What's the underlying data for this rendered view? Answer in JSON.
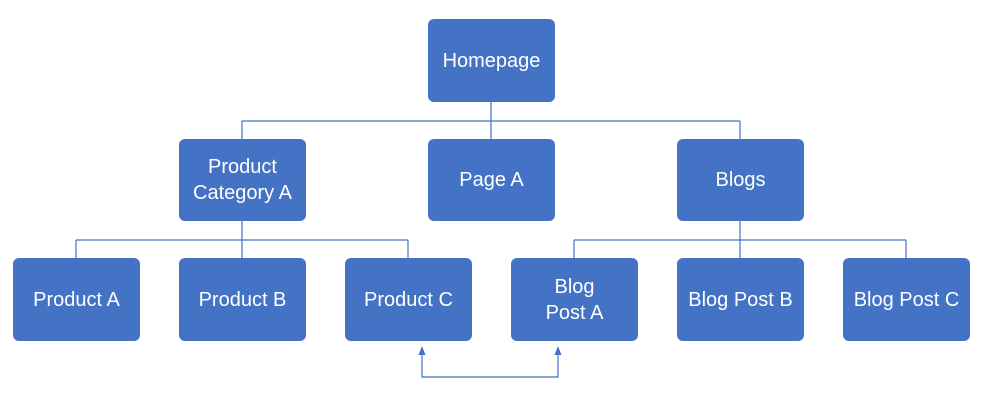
{
  "diagram": {
    "nodes": [
      {
        "id": "homepage",
        "label": "Homepage"
      },
      {
        "id": "product-category-a",
        "label": "Product Category A"
      },
      {
        "id": "page-a",
        "label": "Page A"
      },
      {
        "id": "blogs",
        "label": "Blogs"
      },
      {
        "id": "product-a",
        "label": "Product A"
      },
      {
        "id": "product-b",
        "label": "Product B"
      },
      {
        "id": "product-c",
        "label": "Product C"
      },
      {
        "id": "blog-post-a",
        "label": "Blog Post A"
      },
      {
        "id": "blog-post-b",
        "label": "Blog Post B"
      },
      {
        "id": "blog-post-c",
        "label": "Blog Post C"
      }
    ],
    "edges": [
      {
        "from": "homepage",
        "to": "product-category-a"
      },
      {
        "from": "homepage",
        "to": "page-a"
      },
      {
        "from": "homepage",
        "to": "blogs"
      },
      {
        "from": "product-category-a",
        "to": "product-a"
      },
      {
        "from": "product-category-a",
        "to": "product-b"
      },
      {
        "from": "product-category-a",
        "to": "product-c"
      },
      {
        "from": "blogs",
        "to": "blog-post-a"
      },
      {
        "from": "blogs",
        "to": "blog-post-b"
      },
      {
        "from": "blogs",
        "to": "blog-post-c"
      },
      {
        "from": "product-c",
        "to": "blog-post-a",
        "style": "bidirectional-arrow"
      }
    ],
    "colors": {
      "node_fill": "#4472c4",
      "node_text": "#ffffff",
      "connector": "#4472c4"
    }
  }
}
